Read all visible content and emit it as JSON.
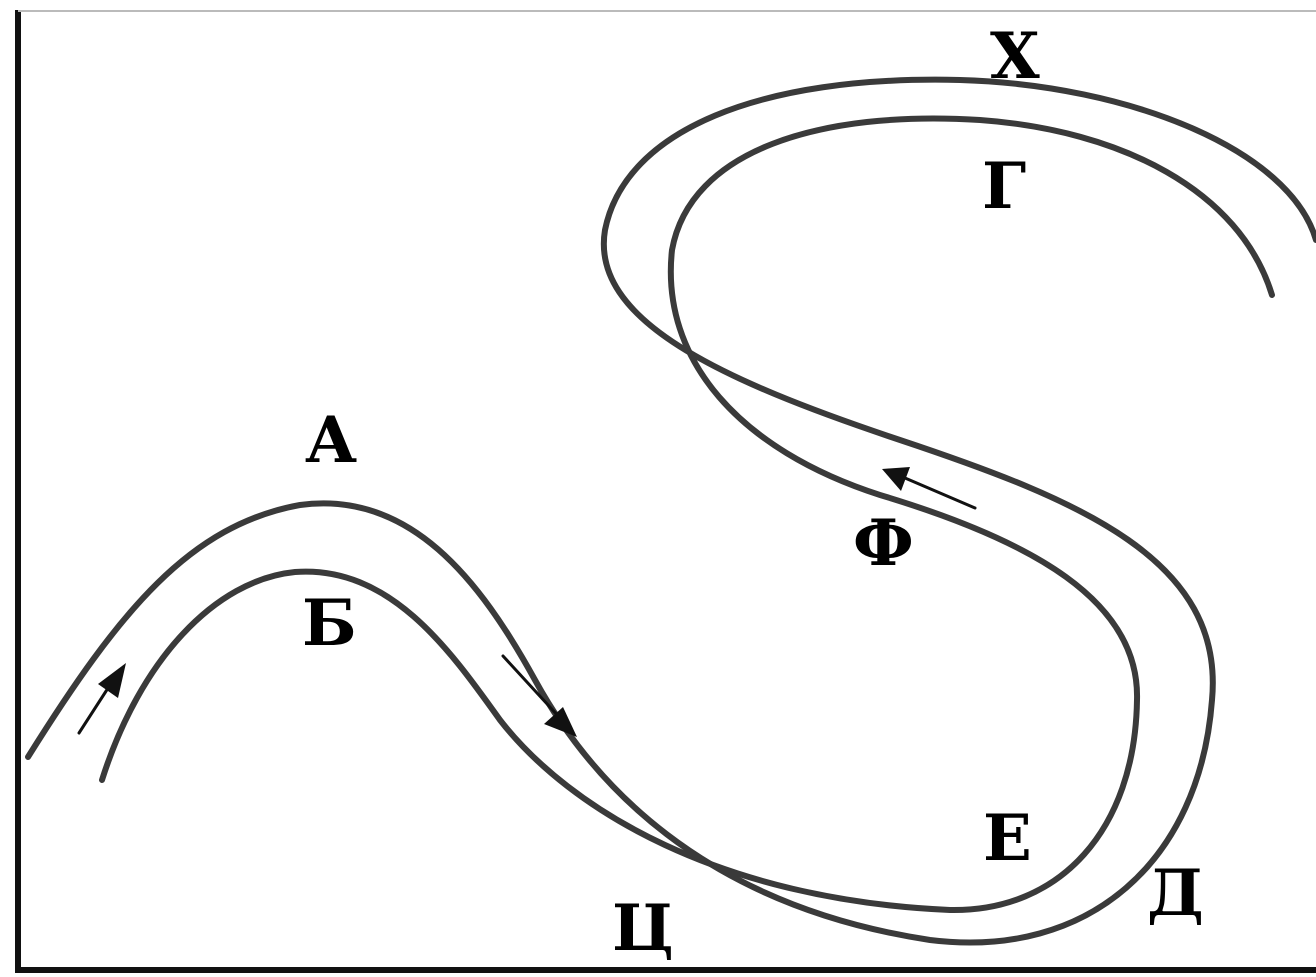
{
  "labels": {
    "a": "А",
    "b": "Б",
    "g": "Г",
    "kh": "Х",
    "f": "Ф",
    "e": "Е",
    "d": "Д",
    "ts": "Ц"
  },
  "colors": {
    "background": "#ffffff",
    "river_bank": "#3a3a3a",
    "arrows_and_text": "#000000"
  }
}
